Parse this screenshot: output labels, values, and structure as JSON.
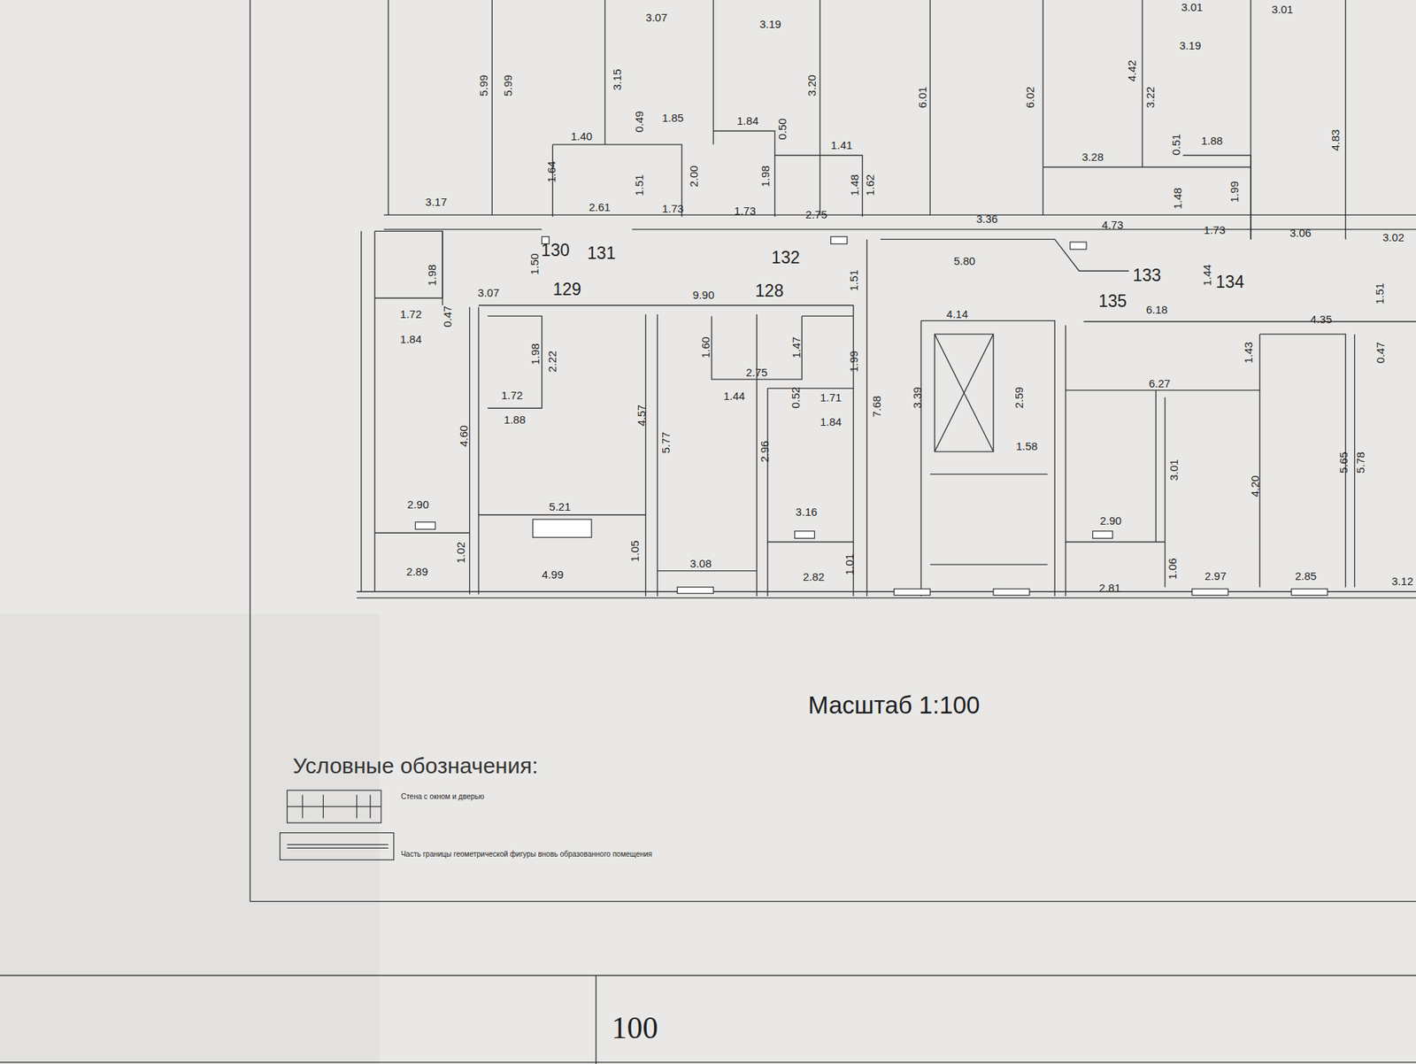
{
  "diagram": {
    "labels": [
      "3.07",
      "3.19",
      "5.99",
      "5.99",
      "3.15",
      "3.20",
      "6.01",
      "6.02",
      "4.42",
      "3.22",
      "3.01",
      "3.01",
      "3.19",
      "4.83",
      "1.88",
      "0.51",
      "3.28",
      "1.40",
      "0.49",
      "1.85",
      "1.84",
      "0.50",
      "1.41",
      "1.64",
      "1.51",
      "2.00",
      "1.98",
      "1.48",
      "1.62",
      "1.48",
      "1.99",
      "3.17",
      "2.61",
      "1.73",
      "1.73",
      "2.75",
      "3.36",
      "4.73",
      "1.73",
      "3.06",
      "3.02",
      "130",
      "131",
      "132",
      "5.80",
      "1.98",
      "1.50",
      "1.51",
      "133",
      "1.44",
      "134",
      "1.51",
      "3.07",
      "129",
      "9.90",
      "128",
      "135",
      "6.18",
      "4.14",
      "4.35",
      "1.72",
      "0.47",
      "1.84",
      "1.60",
      "1.47",
      "1.98",
      "2.22",
      "1.99",
      "1.43",
      "0.47",
      "2.75",
      "1.72",
      "1.44",
      "0.52",
      "1.71",
      "6.27",
      "3.39",
      "2.59",
      "1.88",
      "1.84",
      "7.68",
      "1.58",
      "4.60",
      "4.57",
      "5.77",
      "2.96",
      "3.01",
      "4.20",
      "5.65",
      "5.78",
      "2.90",
      "5.21",
      "3.16",
      "2.90",
      "1.02",
      "1.05",
      "1.01",
      "1.06",
      "3.08",
      "2.89",
      "4.99",
      "2.82",
      "2.81",
      "2.97",
      "2.85",
      "3.12",
      "Масштаб 1:100",
      "Условные обозначения:",
      "100"
    ],
    "legend": [
      {
        "text": "Стена с окном и дверью"
      },
      {
        "text": "Часть границы геометрической фигуры вновь образованного помещения"
      }
    ]
  }
}
